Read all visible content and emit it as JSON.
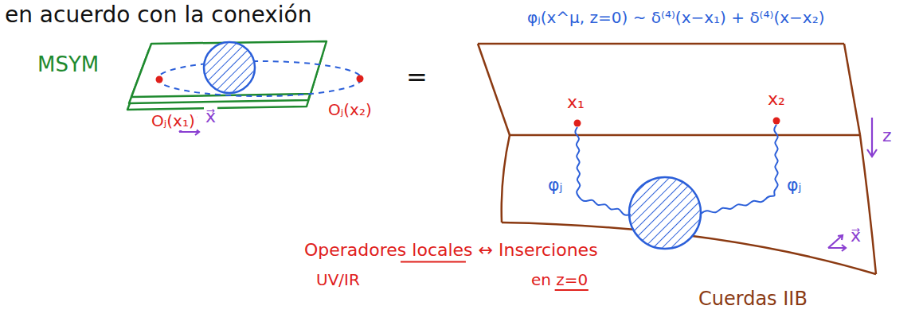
{
  "diagram": {
    "labels": [
      "en acuerdo con la conexión",
      "φⱼ(x^μ, z=0) ~ δ⁽⁴⁾(x−x₁) + δ⁽⁴⁾(x−x₂)",
      "MSYM",
      "Oⱼ(x₁)",
      "Oⱼ(x₂)",
      "x⃗",
      "=",
      "x₁",
      "x₂",
      "z",
      "φⱼ",
      "φⱼ",
      "x⃗",
      "Operadores locales ↔ Inserciones",
      "UV/IR",
      "en z=0",
      "Cuerdas IIB"
    ]
  }
}
